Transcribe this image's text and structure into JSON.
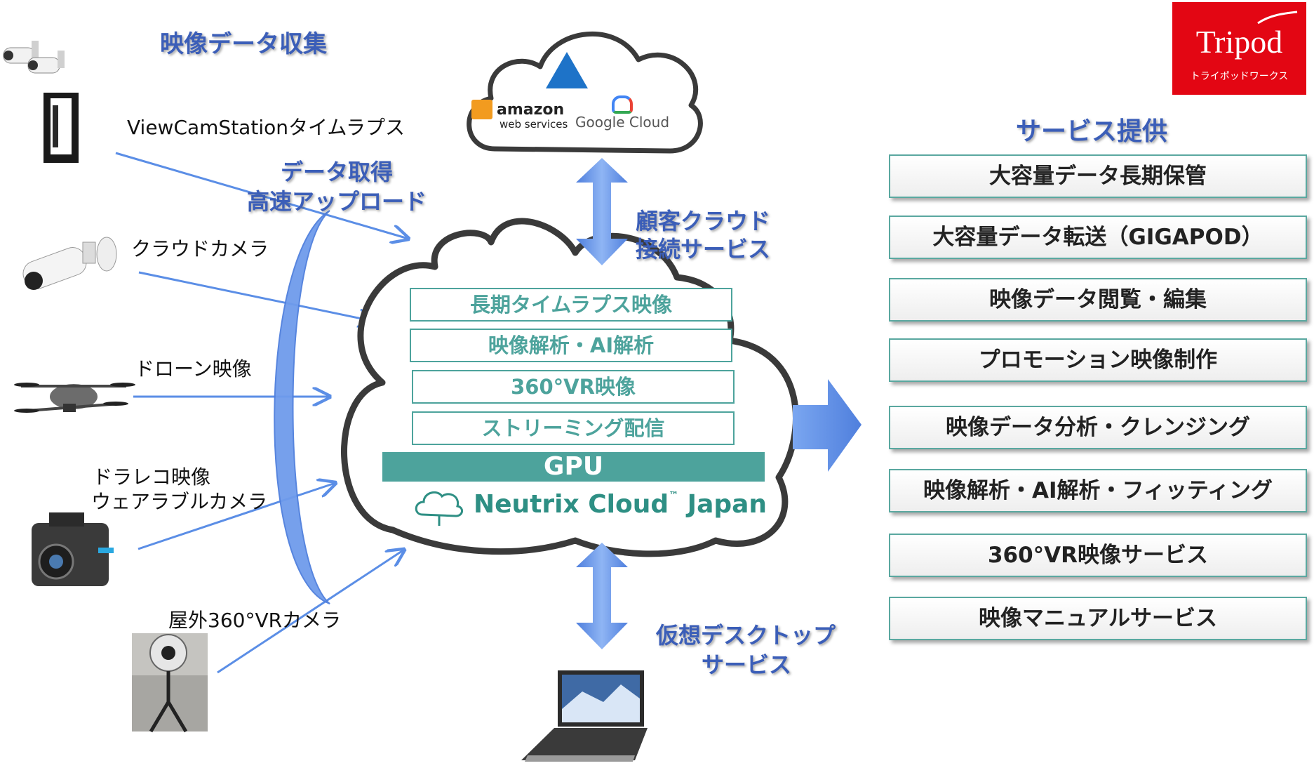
{
  "headings": {
    "collect": "映像データ収集",
    "acquire_line1": "データ取得",
    "acquire_line2": "高速アップロード",
    "client_cloud_line1": "顧客クラウド",
    "client_cloud_line2": "接続サービス",
    "vdesktop_line1": "仮想デスクトップ",
    "vdesktop_line2": "サービス",
    "services": "サービス提供"
  },
  "sources": [
    {
      "label": "ViewCamStationタイムラプス",
      "icon": "security-camera-icon"
    },
    {
      "label": "クラウドカメラ",
      "icon": "cloud-camera-icon"
    },
    {
      "label": "ドローン映像",
      "icon": "drone-icon"
    },
    {
      "label": "ドラレコ映像",
      "icon": "dashcam-icon"
    },
    {
      "label": "ウェアラブルカメラ",
      "icon": "wearable-camera-icon"
    },
    {
      "label": "屋外360°VRカメラ",
      "icon": "vr360-camera-icon"
    }
  ],
  "cloud_providers": {
    "amazon": "amazon",
    "aws_sub": "web services",
    "google": "Google Cloud"
  },
  "main_cloud": {
    "features": [
      "長期タイムラプス映像",
      "映像解析・AI解析",
      "360°VR映像",
      "ストリーミング配信"
    ],
    "gpu": "GPU",
    "brand": "Neutrix Cloud",
    "brand_tm": "™",
    "brand_suffix": "Japan"
  },
  "services": [
    "大容量データ長期保管",
    "大容量データ転送（GIGAPOD）",
    "映像データ閲覧・編集",
    "プロモーション映像制作",
    "映像データ分析・クレンジング",
    "映像解析・AI解析・フィッティング",
    "360°VR映像サービス",
    "映像マニュアルサービス"
  ],
  "logo": {
    "name": "Tripod",
    "sub": "トライポッドワークス"
  },
  "colors": {
    "heading": "#3b5eb8",
    "arrow": "#5b8ee6",
    "teal": "#4da39c",
    "logo_red": "#e30613"
  }
}
